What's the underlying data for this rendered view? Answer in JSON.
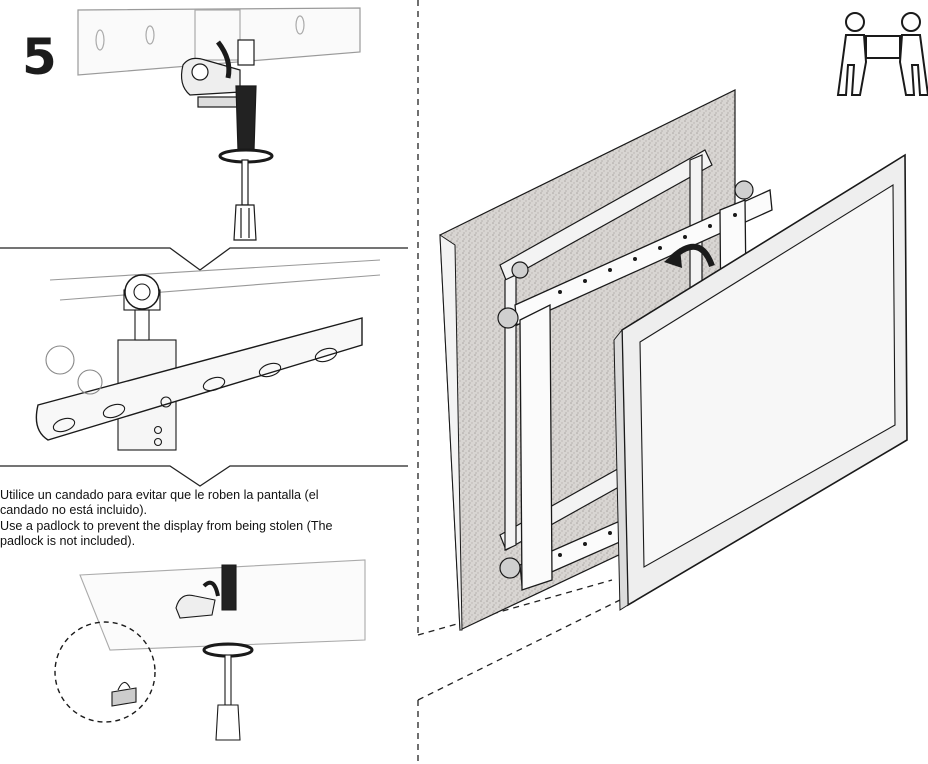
{
  "step_number": "5",
  "caption": {
    "es_line1": "Utilice un candado para evitar que le roben la pantalla (el",
    "es_line2": "candado no está incluido).",
    "en_line1": "Use a padlock to prevent the display from being stolen (The",
    "en_line2": "padlock is not included)."
  },
  "icons": [
    "two-person-lift-icon",
    "screwdriver-icon",
    "rotation-arrow-icon",
    "padlock-icon"
  ],
  "colors": {
    "line": "#1a1a1a",
    "wall": "#d9d6d3",
    "metal": "#e9e9e9",
    "screen": "#f2f2f2"
  }
}
